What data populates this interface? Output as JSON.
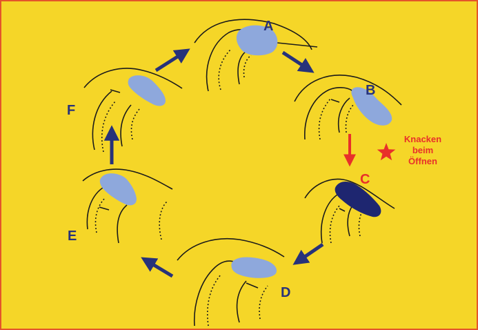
{
  "stages": [
    {
      "id": "A",
      "label": "A"
    },
    {
      "id": "B",
      "label": "B"
    },
    {
      "id": "C",
      "label": "C",
      "highlight": true
    },
    {
      "id": "D",
      "label": "D"
    },
    {
      "id": "E",
      "label": "E"
    },
    {
      "id": "F",
      "label": "F"
    }
  ],
  "note": {
    "lines": [
      "Knacken",
      "beim",
      "Öffnen"
    ]
  },
  "colors": {
    "background": "#f5d628",
    "frame": "#e4552a",
    "arrow": "#27327a",
    "label": "#27327a",
    "disc": "#8ea8dc",
    "disc_displaced": "#1e2670",
    "alert": "#e8302a",
    "line": "#1a1a1a"
  }
}
